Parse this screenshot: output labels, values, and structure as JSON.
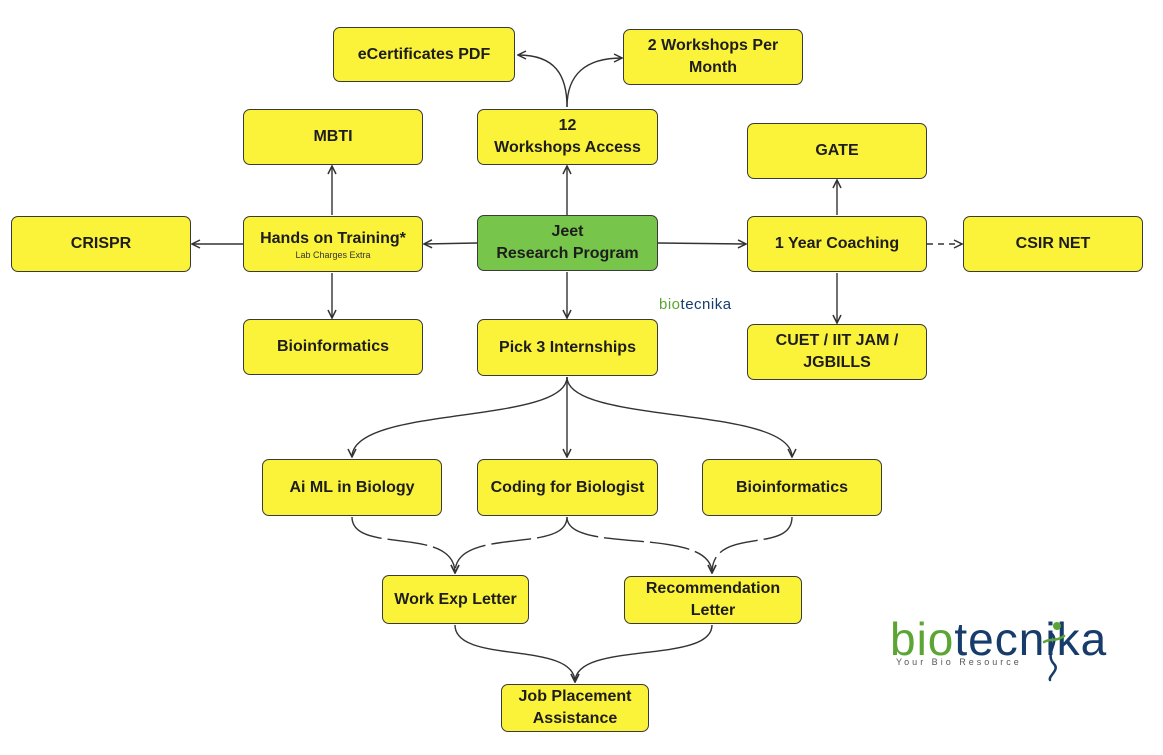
{
  "colors": {
    "box": "#fbf23a",
    "center_box": "#77c64b",
    "border": "#3a3a3a",
    "arrow": "#333333",
    "logo_green": "#5aa533",
    "logo_navy": "#173c6b"
  },
  "nodes": {
    "center": {
      "line1": "Jeet",
      "line2": "Research Program"
    },
    "workshops_access": {
      "line1": "12",
      "line2": "Workshops Access"
    },
    "ecertificates": {
      "label": "eCertificates PDF"
    },
    "workshops_month": {
      "line1": "2 Workshops Per",
      "line2": "Month"
    },
    "hands_on": {
      "label": "Hands on Training*",
      "note": "Lab Charges Extra"
    },
    "mbti": {
      "label": "MBTI"
    },
    "crispr": {
      "label": "CRISPR"
    },
    "bioinformatics_left": {
      "label": "Bioinformatics"
    },
    "coaching": {
      "label": "1 Year Coaching"
    },
    "gate": {
      "label": "GATE"
    },
    "csir_net": {
      "label": "CSIR NET"
    },
    "cuet": {
      "line1": "CUET / IIT JAM /",
      "line2": "JGBILLS"
    },
    "internships": {
      "label": "Pick 3 Internships"
    },
    "ai_ml": {
      "label": "Ai ML in Biology"
    },
    "coding": {
      "label": "Coding for Biologist"
    },
    "bioinformatics_intern": {
      "label": "Bioinformatics"
    },
    "work_exp": {
      "label": "Work Exp Letter"
    },
    "recommendation": {
      "line1": "Recommendation",
      "line2": "Letter"
    },
    "job_placement": {
      "line1": "Job Placement",
      "line2": "Assistance"
    }
  },
  "watermark": {
    "part1": "bio",
    "part2": "tecni",
    "part3": "ka",
    "tagline": "Your Bio Resource"
  }
}
